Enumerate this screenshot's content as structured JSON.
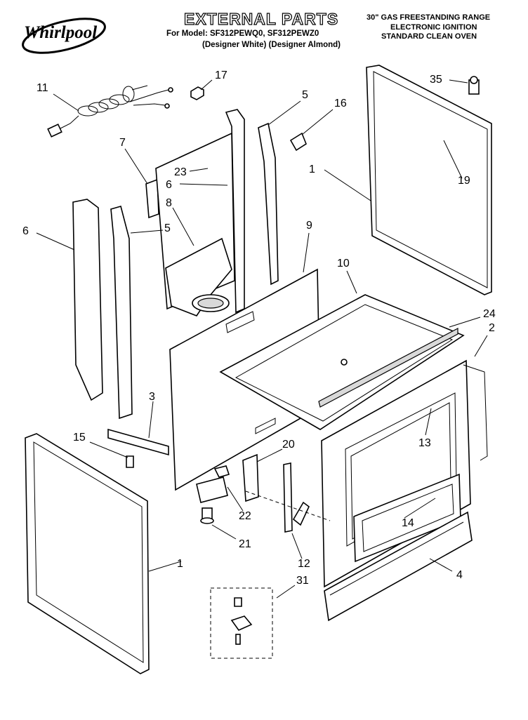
{
  "brand": "Whirlpool",
  "title": "EXTERNAL PARTS",
  "model_line": "For Model: SF312PEWQ0, SF312PEWZ0",
  "variant_line": "(Designer White) (Designer Almond)",
  "product_lines": [
    "30\" GAS FREESTANDING RANGE",
    "ELECTRONIC IGNITION",
    "STANDARD CLEAN OVEN"
  ],
  "callouts": [
    "11",
    "17",
    "35",
    "5",
    "16",
    "7",
    "23",
    "6",
    "19",
    "1",
    "8",
    "6",
    "5",
    "9",
    "10",
    "24",
    "2",
    "3",
    "15",
    "20",
    "13",
    "22",
    "14",
    "21",
    "1",
    "12",
    "4",
    "31"
  ]
}
